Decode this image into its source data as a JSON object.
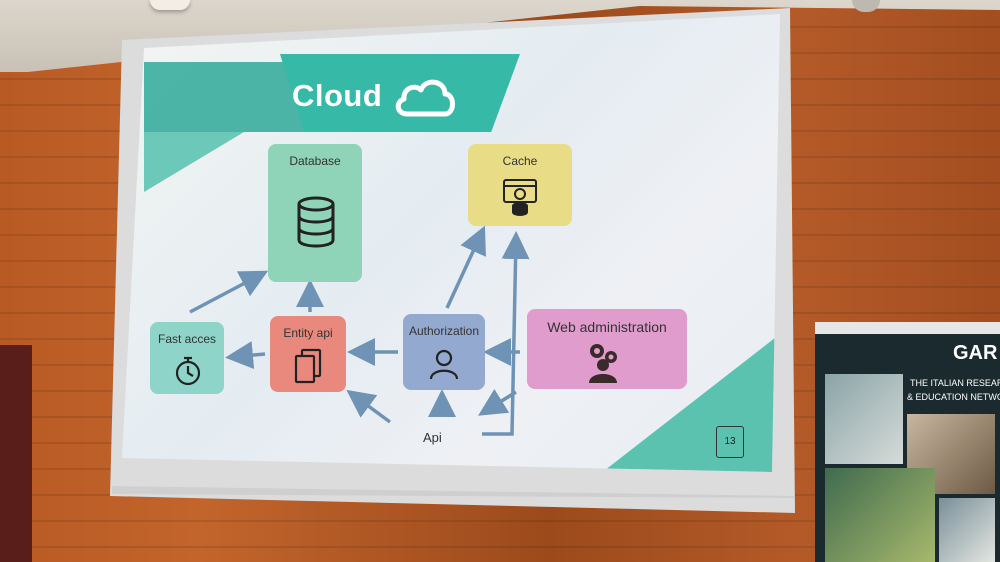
{
  "slide": {
    "title": "Cloud",
    "page_number": "13",
    "nodes": {
      "database": "Database",
      "cache": "Cache",
      "fast_access": "Fast acces",
      "entity_api": "Entity api",
      "authorization": "Authorization",
      "web_administration": "Web administration",
      "api": "Api"
    }
  },
  "poster": {
    "title": "GAR",
    "line1": "THE ITALIAN RESEAR",
    "line2": "& EDUCATION NETWO"
  },
  "icons": [
    "cloud-icon",
    "database-icon",
    "cache-icon",
    "stopwatch-icon",
    "documents-icon",
    "user-icon",
    "gears-icon",
    "page-icon"
  ],
  "colors": {
    "banner": "#37b9a8",
    "database_box": "#8fd3b8",
    "cache_box": "#e8dc86",
    "fast_box": "#8fd4c8",
    "entity_box": "#e9897d",
    "auth_box": "#94a9cf",
    "web_box": "#df9ccd",
    "arrow": "#6f93b5"
  }
}
